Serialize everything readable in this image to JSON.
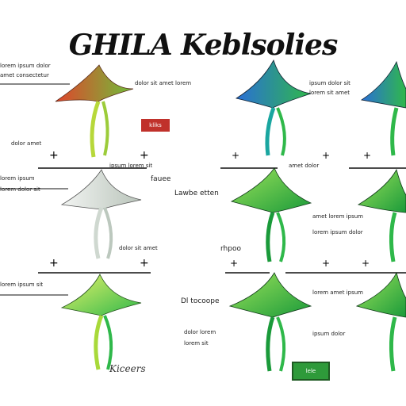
{
  "title": "GHILA Keblsolies",
  "labels": [
    "lorem ipsum dolor",
    "amet consectetur",
    "dolor sit amet lorem",
    "ipsum dolor sit",
    "lorem sit amet",
    "dolor amet",
    "ipsum lorem sit",
    "amet dolor",
    "lorem ipsum",
    "fauee",
    "Lawbe etten",
    "lorem dolor sit",
    "amet lorem ipsum",
    "lorem ipsum dolor",
    "rhpoo",
    "dolor sit amet",
    "lorem ipsum sit",
    "Dl tocoope",
    "lorem amet ipsum",
    "dolor lorem",
    "lorem sit",
    "ipsum dolor"
  ],
  "badges": {
    "red": "kliks",
    "green": "lele"
  },
  "signature": "Kiceers",
  "colors": {
    "leaf_red": "#e0442c",
    "leaf_green": "#2fb84a",
    "leaf_teal": "#1aa6a0",
    "leaf_blue": "#2a6fd6",
    "leaf_lime": "#a8d93a",
    "leaf_pale": "#cfd8d0"
  }
}
